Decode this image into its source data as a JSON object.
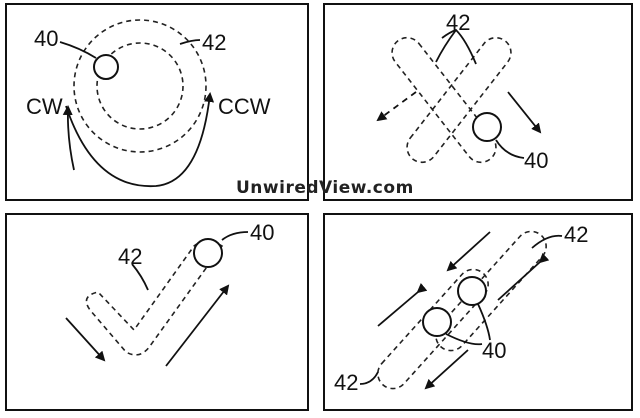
{
  "watermark": "UnwiredView.com",
  "panels": {
    "rotate": {
      "label_ball": "40",
      "label_track": "42",
      "label_cw": "CW",
      "label_ccw": "CCW"
    },
    "cross": {
      "label_track": "42",
      "label_ball": "40"
    },
    "check": {
      "label_track": "42",
      "label_ball": "40"
    },
    "parallel": {
      "label_track_top": "42",
      "label_track_bottom": "42",
      "label_ball": "40"
    }
  }
}
